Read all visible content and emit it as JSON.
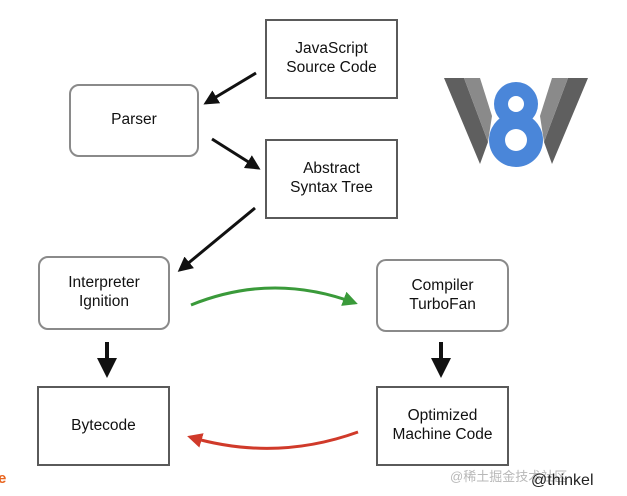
{
  "nodes": {
    "js_source": "JavaScript\nSource Code",
    "parser": "Parser",
    "ast": "Abstract\nSyntax Tree",
    "interpreter": "Interpreter\nIgnition",
    "compiler": "Compiler\nTurboFan",
    "bytecode": "Bytecode",
    "machine_code": "Optimized\nMachine Code"
  },
  "colors": {
    "arrow": "#111111",
    "optimize_arrow": "#3a9a3a",
    "deoptimize_arrow": "#d03a2a",
    "logo_blue": "#4a86d9",
    "logo_gray": "#6e6e6e"
  },
  "logo": {
    "icon": "v8-logo-icon",
    "text": "8"
  },
  "footer": {
    "edge_mark": "e",
    "watermark": "@稀土掘金技术社区",
    "handle": "@thinkel"
  }
}
